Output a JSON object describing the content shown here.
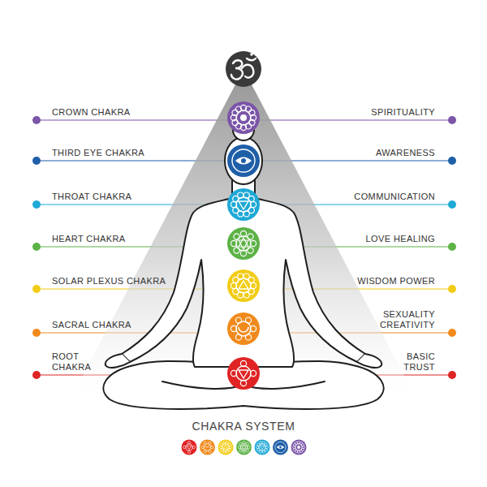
{
  "diagram": {
    "title": "CHAKRA SYSTEM",
    "labels": [
      "CROWN CHAKRA",
      "SPIRITUALITY",
      "THIRD EYE CHAKRA",
      "AWARENESS",
      "THROAT CHAKRA",
      "COMMUNICATION",
      "HEART CHAKRA",
      "LOVE HEALING",
      "SOLAR PLEXUS CHAKRA",
      "WISDOM POWER",
      "SACRAL CHAKRA",
      "SEXUALITY CREATIVITY",
      "ROOT CHAKRA",
      "BASIC TRUST"
    ]
  }
}
